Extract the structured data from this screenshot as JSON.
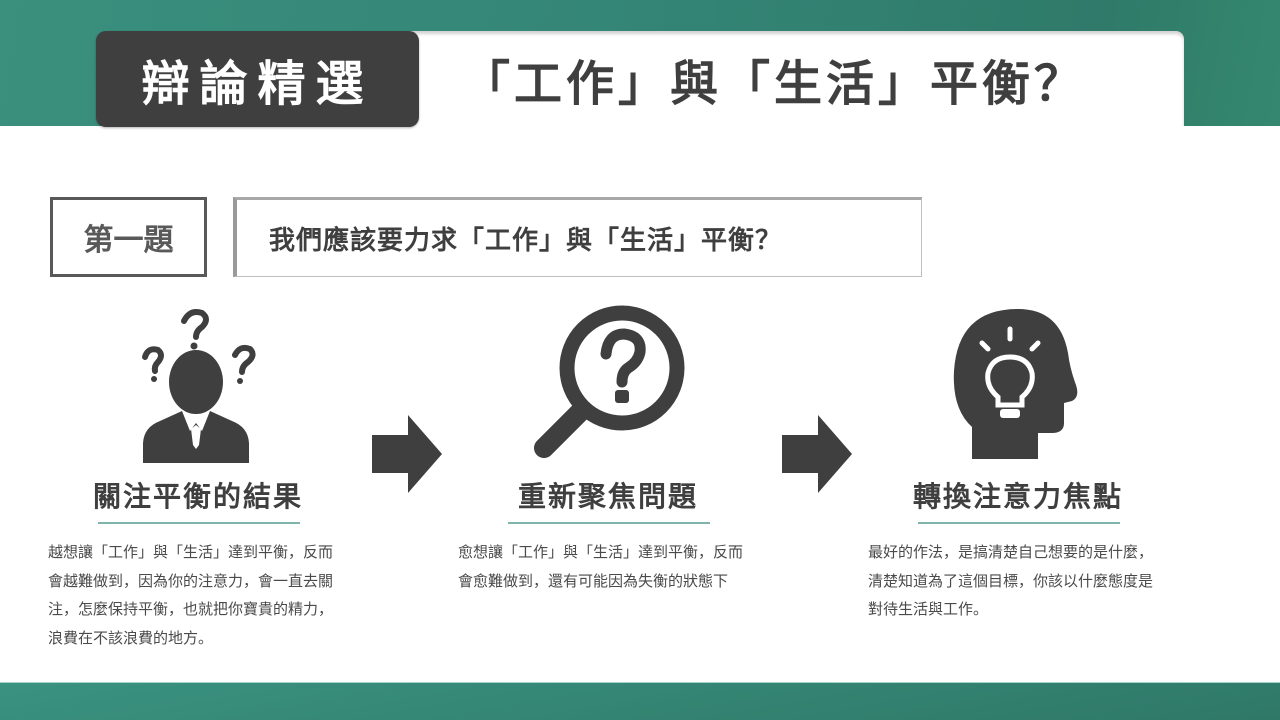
{
  "header": {
    "tag": "辯論精選",
    "title": "「工作」與「生活」平衡？"
  },
  "question": {
    "label": "第一題",
    "text": "我們應該要力求「工作」與「生活」平衡？"
  },
  "columns": [
    {
      "icon": "confused-person-icon",
      "title": "關注平衡的結果",
      "description": "越想讓「工作」與「生活」達到平衡，反而\n會越難做到，因為你的注意力，會一直去關\n注，怎麼保持平衡，也就把你寶貴的精力，\n浪費在不該浪費的地方。"
    },
    {
      "icon": "magnifier-question-icon",
      "title": "重新聚焦問題",
      "description": "愈想讓「工作」與「生活」達到平衡，反而\n會愈難做到，還有可能因為失衡的狀態下"
    },
    {
      "icon": "head-lightbulb-icon",
      "title": "轉換注意力焦點",
      "description": "最好的作法，是搞清楚自己想要的是什麼，\n清楚知道為了這個目標，你該以什麼態度是\n對待生活與工作。"
    }
  ],
  "colors": {
    "teal": "#348576",
    "dark": "#3f3f3f",
    "accent_line": "#7fb5ab"
  }
}
